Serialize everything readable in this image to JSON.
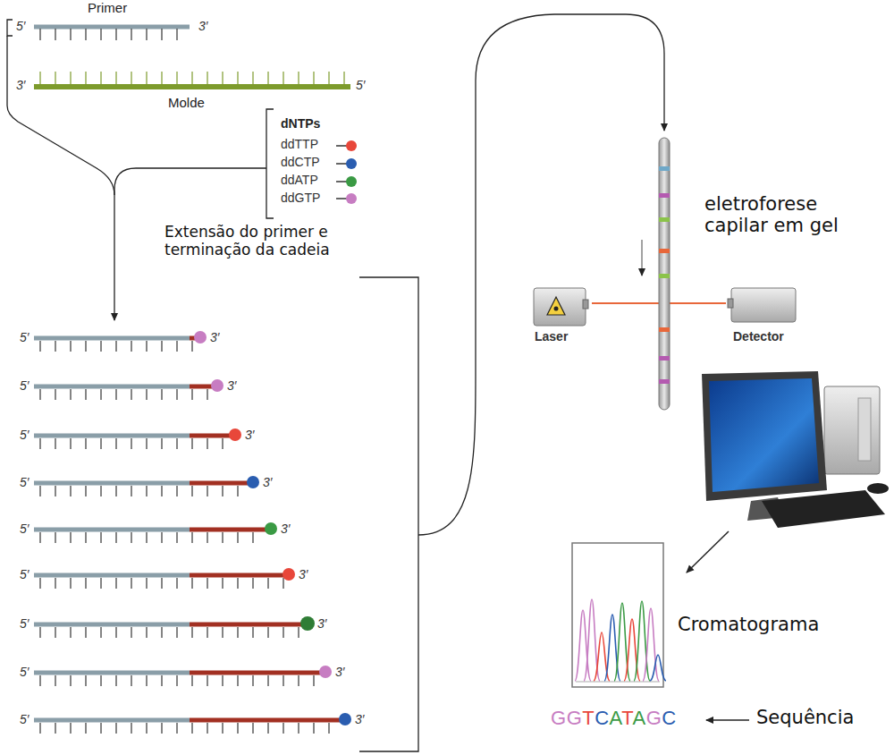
{
  "diagram": {
    "nodes": [
      {
        "text": [
          "Laser"
        ]
      },
      {
        "text": [
          "Detector"
        ]
      },
      {
        "text": [
          "Cromatograma"
        ]
      }
    ],
    "edges": [
      {
        "from": 0,
        "to": 1,
        "arrow": "none"
      }
    ],
    "labels": [
      "Primer",
      "5′",
      "3′",
      "3′",
      "5′",
      "Molde",
      "dNTPs",
      "ddTTP",
      "ddCTP",
      "ddATP",
      "ddGTP",
      "Extensão do primer e terminação da cadeia",
      "5′",
      "3′",
      "5′",
      "3′",
      "5′",
      "3′",
      "5′",
      "3′",
      "5′",
      "3′",
      "5′",
      "3′",
      "5′",
      "3′",
      "5′",
      "3′",
      "5′",
      "3′",
      "eletroforese capilar em gel",
      "GGTCATAGC",
      "Sequência"
    ]
  }
}
